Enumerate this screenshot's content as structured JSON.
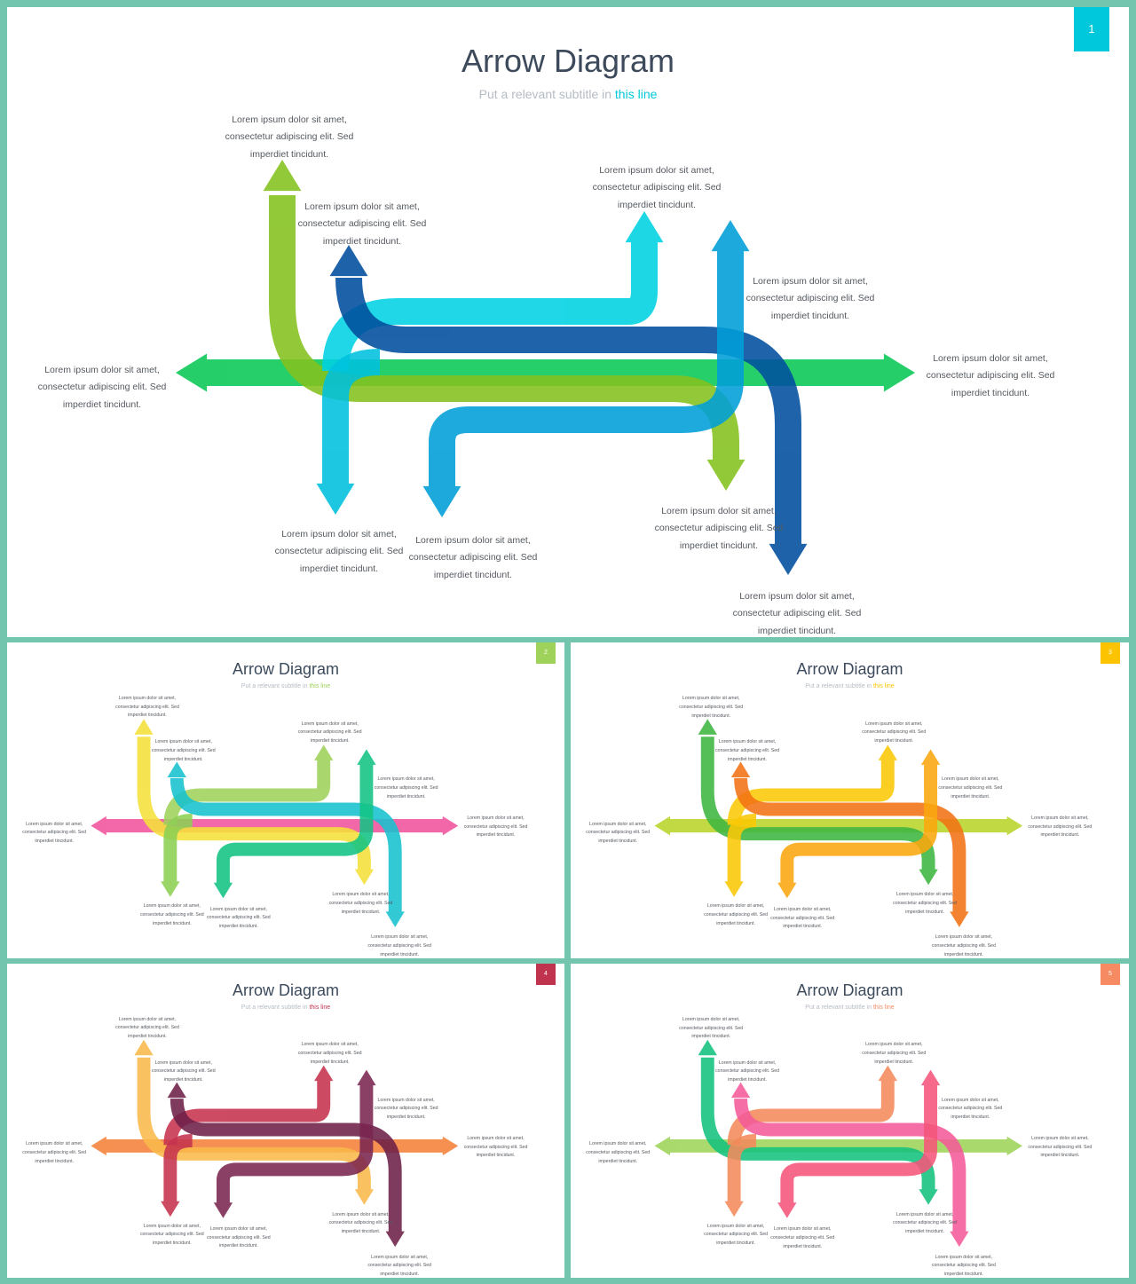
{
  "slides": [
    {
      "title": "Arrow Diagram",
      "subtitle_pre": "Put a relevant subtitle in ",
      "subtitle_hl": "this line",
      "number": "1",
      "accent": "#00c8dc",
      "arrow_colors": {
        "main": "#08c855",
        "s_long": "#84c21e",
        "s_upleft": "#004e9e",
        "s_upright": "#00d2e2",
        "downleft": "#00c0de",
        "downmid": "#009ed8"
      }
    },
    {
      "title": "Arrow Diagram",
      "subtitle_pre": "Put a relevant subtitle in ",
      "subtitle_hl": "this line",
      "number": "2",
      "accent": "#9ed25a",
      "arrow_colors": {
        "main": "#f0539c",
        "s_long": "#f5e03a",
        "s_upleft": "#16c1cf",
        "s_upright": "#9ed25a",
        "downleft": "#8dd054",
        "downmid": "#12c384"
      }
    },
    {
      "title": "Arrow Diagram",
      "subtitle_pre": "Put a relevant subtitle in ",
      "subtitle_hl": "this line",
      "number": "3",
      "accent": "#fcc400",
      "arrow_colors": {
        "main": "#b9d42a",
        "s_long": "#3db640",
        "s_upleft": "#f27214",
        "s_upright": "#fbc806",
        "downleft": "#fbc806",
        "downmid": "#fba70e"
      }
    },
    {
      "title": "Arrow Diagram",
      "subtitle_pre": "Put a relevant subtitle in ",
      "subtitle_hl": "this line",
      "number": "4",
      "accent": "#c0334f",
      "arrow_colors": {
        "main": "#f4813a",
        "s_long": "#f9b94a",
        "s_upleft": "#6e2048",
        "s_upright": "#c6334e",
        "downleft": "#c6334e",
        "downmid": "#7a2550"
      }
    },
    {
      "title": "Arrow Diagram",
      "subtitle_pre": "Put a relevant subtitle in ",
      "subtitle_hl": "this line",
      "number": "5",
      "accent": "#f58a63",
      "arrow_colors": {
        "main": "#9ed45a",
        "s_long": "#14c27e",
        "s_upleft": "#f45b9a",
        "s_upright": "#f48a5c",
        "downleft": "#f48a5c",
        "downmid": "#f5557a"
      }
    }
  ],
  "label": {
    "line1": "Lorem ipsum dolor sit amet,",
    "line2": "consectetur adipiscing elit. Sed",
    "line3": "imperdiet tincidunt."
  }
}
